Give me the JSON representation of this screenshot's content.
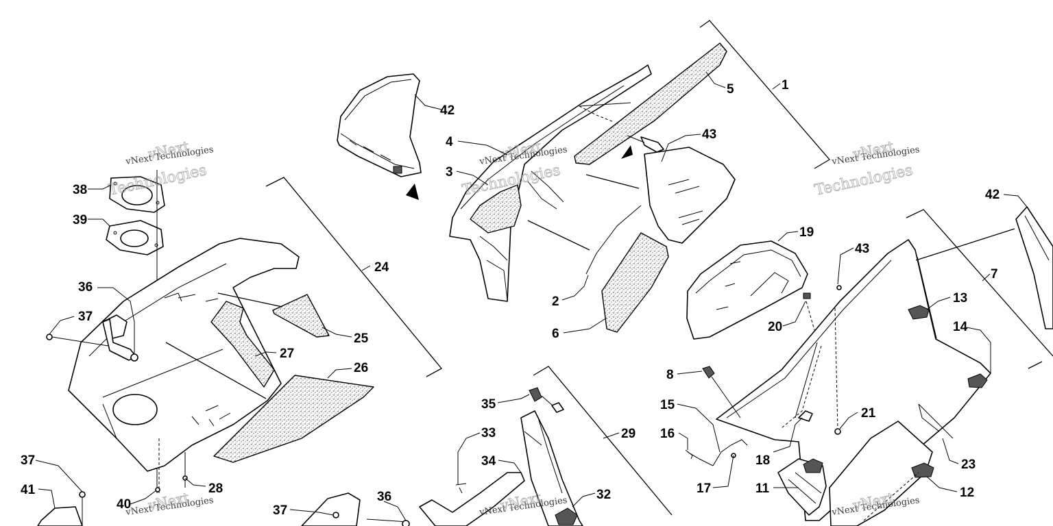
{
  "watermark": {
    "line1": "vNext",
    "line2": "vNext Technologies",
    "line3": "Technologies"
  },
  "callouts": [
    {
      "id": "c1",
      "label": "1"
    },
    {
      "id": "c2",
      "label": "2"
    },
    {
      "id": "c3",
      "label": "3"
    },
    {
      "id": "c4",
      "label": "4"
    },
    {
      "id": "c5",
      "label": "5"
    },
    {
      "id": "c6",
      "label": "6"
    },
    {
      "id": "c7",
      "label": "7"
    },
    {
      "id": "c8",
      "label": "8"
    },
    {
      "id": "c11",
      "label": "11"
    },
    {
      "id": "c12",
      "label": "12"
    },
    {
      "id": "c13",
      "label": "13"
    },
    {
      "id": "c14",
      "label": "14"
    },
    {
      "id": "c15",
      "label": "15"
    },
    {
      "id": "c16",
      "label": "16"
    },
    {
      "id": "c17",
      "label": "17"
    },
    {
      "id": "c18",
      "label": "18"
    },
    {
      "id": "c19",
      "label": "19"
    },
    {
      "id": "c20",
      "label": "20"
    },
    {
      "id": "c21",
      "label": "21"
    },
    {
      "id": "c23",
      "label": "23"
    },
    {
      "id": "c24",
      "label": "24"
    },
    {
      "id": "c25",
      "label": "25"
    },
    {
      "id": "c26",
      "label": "26"
    },
    {
      "id": "c27",
      "label": "27"
    },
    {
      "id": "c28",
      "label": "28"
    },
    {
      "id": "c29",
      "label": "29"
    },
    {
      "id": "c32",
      "label": "32"
    },
    {
      "id": "c33",
      "label": "33"
    },
    {
      "id": "c34",
      "label": "34"
    },
    {
      "id": "c35",
      "label": "35"
    },
    {
      "id": "c36a",
      "label": "36"
    },
    {
      "id": "c36b",
      "label": "36"
    },
    {
      "id": "c37a",
      "label": "37"
    },
    {
      "id": "c37b",
      "label": "37"
    },
    {
      "id": "c37c",
      "label": "37"
    },
    {
      "id": "c38",
      "label": "38"
    },
    {
      "id": "c39",
      "label": "39"
    },
    {
      "id": "c40",
      "label": "40"
    },
    {
      "id": "c41",
      "label": "41"
    },
    {
      "id": "c42a",
      "label": "42"
    },
    {
      "id": "c42b",
      "label": "42"
    },
    {
      "id": "c43a",
      "label": "43"
    },
    {
      "id": "c43b",
      "label": "43"
    }
  ]
}
